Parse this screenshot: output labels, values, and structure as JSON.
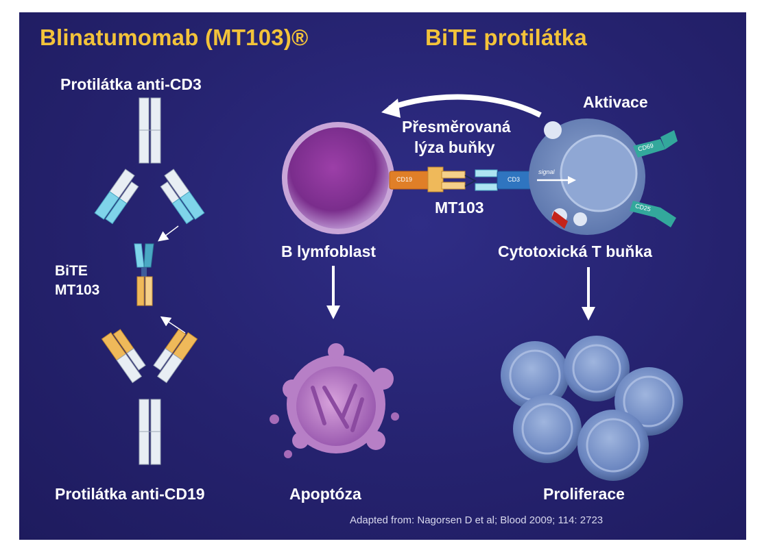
{
  "titles": {
    "left": "Blinatumomab (MT103)®",
    "right": "BiTE protilátka"
  },
  "labels": {
    "anti_cd3": "Protilátka anti-CD3",
    "anti_cd19": "Protilátka anti-CD19",
    "bite_line1": "BiTE",
    "bite_line2": "MT103",
    "redirected_line1": "Přesměrovaná",
    "redirected_line2": "lýza buňky",
    "mt103": "MT103",
    "activation": "Aktivace",
    "b_lymphoblast": "B lymfoblast",
    "t_cell": "Cytotoxická T buňka",
    "apoptosis": "Apoptóza",
    "proliferation": "Proliferace"
  },
  "markers": {
    "cd19": "CD19",
    "cd3": "CD3",
    "cd69": "CD69",
    "cd25": "CD25",
    "signal": "signal"
  },
  "credit": "Adapted from: Nagorsen D et al; Blood 2009; 114: 2723",
  "colors": {
    "background": "#25226e",
    "title": "#f3c33a",
    "b_cell": "#8a3f9e",
    "t_cell": "#6f86b8",
    "cd3_arm": "#7fd4ea",
    "cd19_arm": "#efb95a"
  }
}
